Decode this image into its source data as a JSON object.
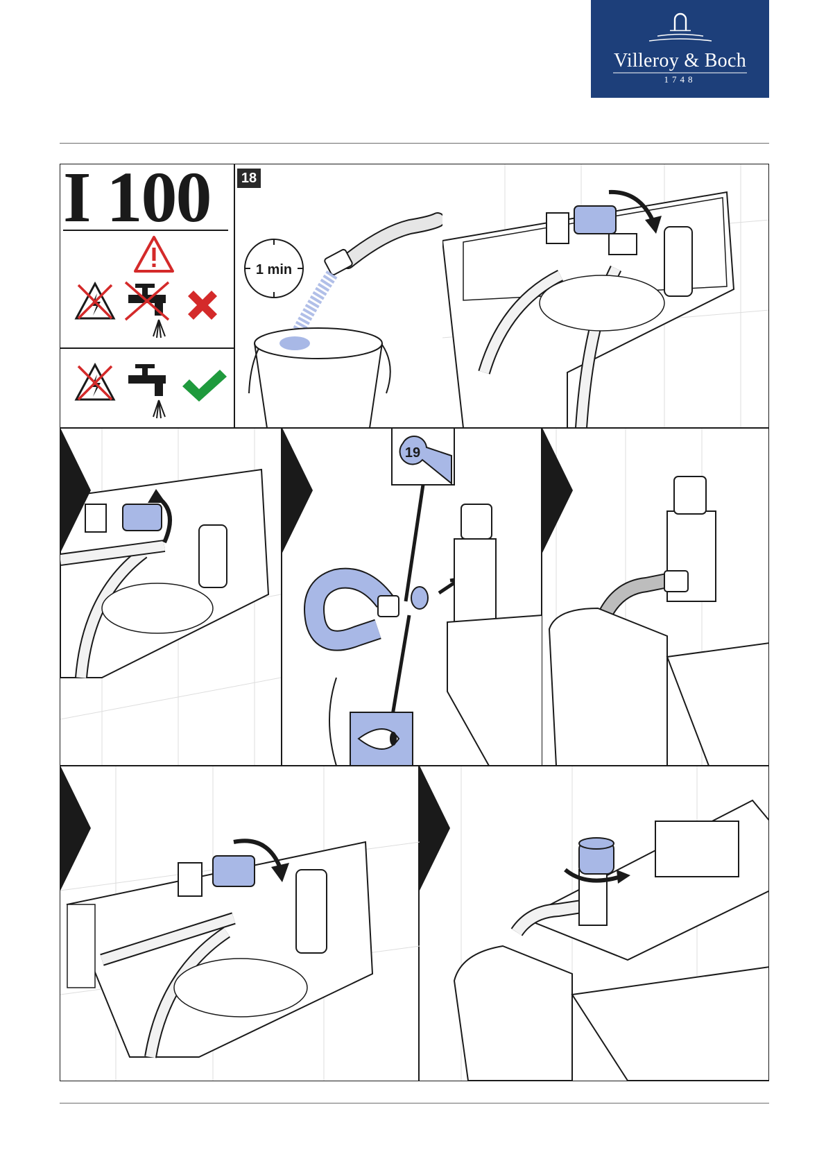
{
  "brand": {
    "name": "Villeroy & Boch",
    "year": "1748",
    "background": "#1d3f7a"
  },
  "manual": {
    "model": "I 100",
    "step_number": "18"
  },
  "illustration": {
    "timer_label": "1 min",
    "wrench_size": "19",
    "highlight_color": "#a8b8e6",
    "ok_color": "#1f9a3d",
    "error_color": "#d42a2a"
  }
}
